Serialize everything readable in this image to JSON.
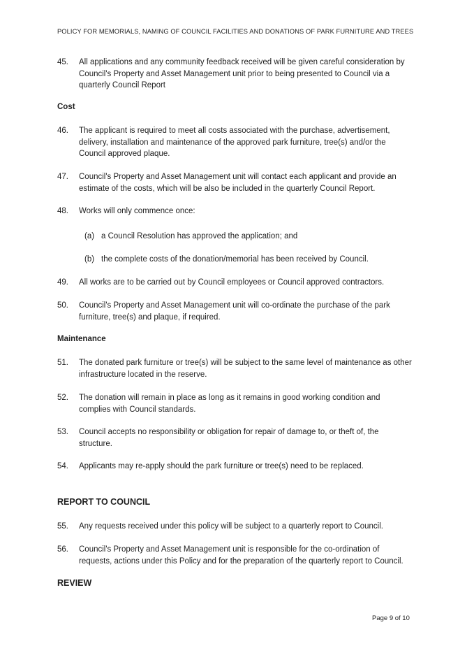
{
  "header": "POLICY FOR MEMORIALS, NAMING OF COUNCIL FACILITIES AND DONATIONS OF PARK FURNITURE AND TREES",
  "items": [
    {
      "num": "45.",
      "text": "All applications and any community feedback received will be given careful consideration by Council's Property and Asset Management unit prior to being presented to Council via a quarterly Council Report"
    },
    {
      "num": "46.",
      "text": "The applicant is required to meet all costs associated with the purchase, advertisement, delivery, installation and maintenance of the approved park furniture, tree(s) and/or the Council approved plaque."
    },
    {
      "num": "47.",
      "text": "Council's Property and Asset Management unit will contact each applicant and provide an estimate of the costs, which will be also be included in the quarterly Council Report."
    },
    {
      "num": "48.",
      "text": "Works will only commence once:"
    },
    {
      "num": "49.",
      "text": "All works are to be carried out by Council employees or Council approved contractors."
    },
    {
      "num": "50.",
      "text": "Council's Property and Asset Management unit will co-ordinate the purchase of the park furniture, tree(s) and plaque, if required."
    },
    {
      "num": "51.",
      "text": "The donated park furniture or tree(s) will be subject to the same level of maintenance as other infrastructure located in the reserve."
    },
    {
      "num": "52.",
      "text": "The donation will remain in place as long as it remains in good working condition and complies with Council standards."
    },
    {
      "num": "53.",
      "text": "Council accepts no responsibility or obligation for repair of damage to, or theft of, the structure."
    },
    {
      "num": "54.",
      "text": "Applicants may re-apply should the park furniture or tree(s) need to be replaced."
    },
    {
      "num": "55.",
      "text": "Any requests received under this policy will be subject to a quarterly report to Council."
    },
    {
      "num": "56.",
      "text": "Council's Property and Asset Management unit is responsible for the co-ordination of requests, actions under this Policy and for the preparation of the quarterly report to Council."
    }
  ],
  "subitems": [
    {
      "label": "(a)",
      "text": "a Council Resolution has approved the application; and"
    },
    {
      "label": "(b)",
      "text": "the complete costs of the donation/memorial has been received by Council."
    }
  ],
  "headings": {
    "cost": "Cost",
    "maintenance": "Maintenance",
    "report": "REPORT TO COUNCIL",
    "review": "REVIEW"
  },
  "footer": "Page 9 of 10"
}
